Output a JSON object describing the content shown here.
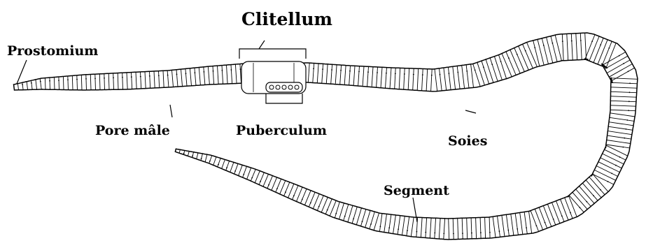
{
  "labels": {
    "clitellum": "Clitellum",
    "prostomium": "Prostomium",
    "pore_male": "Pore mâle",
    "puberculum": "Puberculum",
    "soies": "Soies",
    "segment": "Segment"
  },
  "colors": {
    "ink": "#000000",
    "background": "#ffffff"
  }
}
